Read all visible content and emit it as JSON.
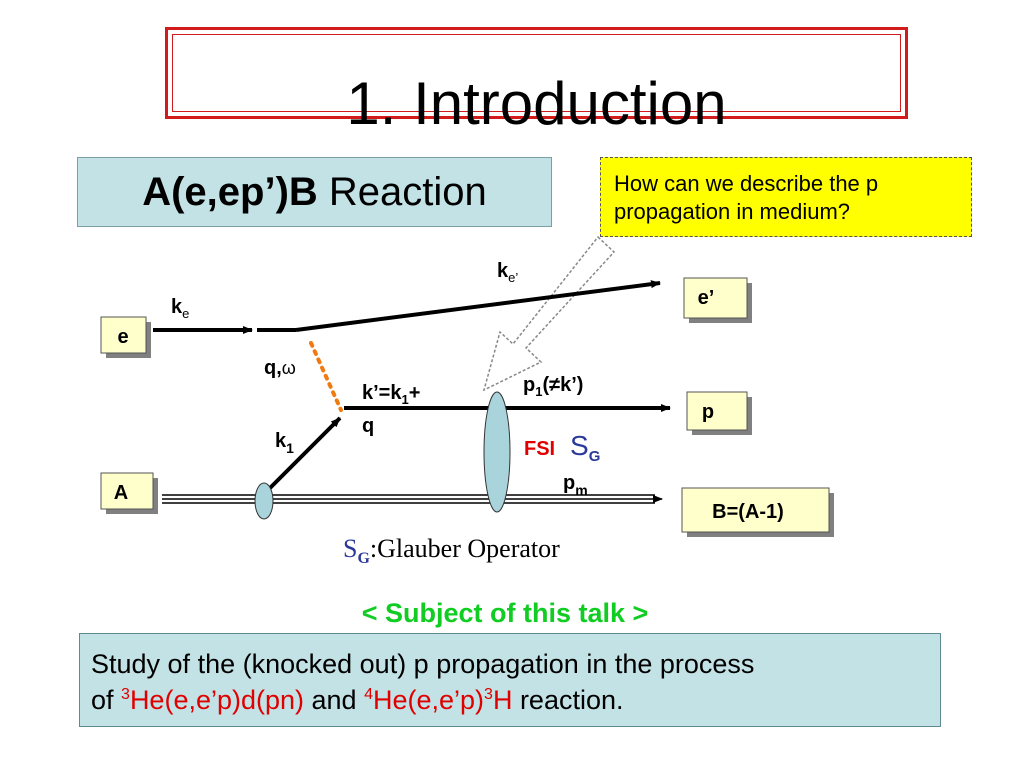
{
  "title": "1. Introduction",
  "reaction": {
    "bold": "A(e,ep’)B",
    "plain": " Reaction"
  },
  "question": {
    "line1": "How can we describe the p",
    "line2": "propagation in medium?"
  },
  "diagram": {
    "box_e": "e",
    "box_A": "A",
    "box_e_prime": "e’",
    "box_p": "p",
    "box_B": "B=(A-1)",
    "k_e": "k",
    "k_e_sub": "e",
    "k_e_prime": "k",
    "k_e_prime_sub": "e’",
    "q_omega": "q,",
    "omega": "ω",
    "k_prime_line1": "k’=k",
    "k_prime_sub": "1",
    "k_prime_plus": "+",
    "k_prime_line2": "q",
    "k1": "k",
    "k1_sub": "1",
    "p1": "p",
    "p1_sub": "1",
    "p1_rest": "(≠k’)",
    "fsi": "FSI",
    "sg": "S",
    "sg_sub": "G",
    "pm": "p",
    "pm_sub": "m",
    "glauber_s": "S",
    "glauber_sub": "G",
    "glauber_text": ":Glauber Operator"
  },
  "subject": "< Subject of this talk >",
  "study": {
    "part1": "Study of the (knocked out) p propagation in the process",
    "part2": "of ",
    "sup1": "3",
    "reaction1": "He(e,e’p)d(pn)",
    "and": " and ",
    "sup2": "4",
    "reaction2a": "He(e,e’p)",
    "sup3": "3",
    "reaction2b": "H",
    "end": " reaction."
  },
  "colors": {
    "title_border": "#d21b1b",
    "box_fill": "#c2e2e6",
    "question_fill": "#ffff00",
    "subject": "#11cc22",
    "reaction_red": "#e00000",
    "fsi_red": "#e00000",
    "sg_blue": "#2b3a9a",
    "dotted_orange": "#f07a10",
    "ellipse_fill": "#a9d4dc"
  }
}
